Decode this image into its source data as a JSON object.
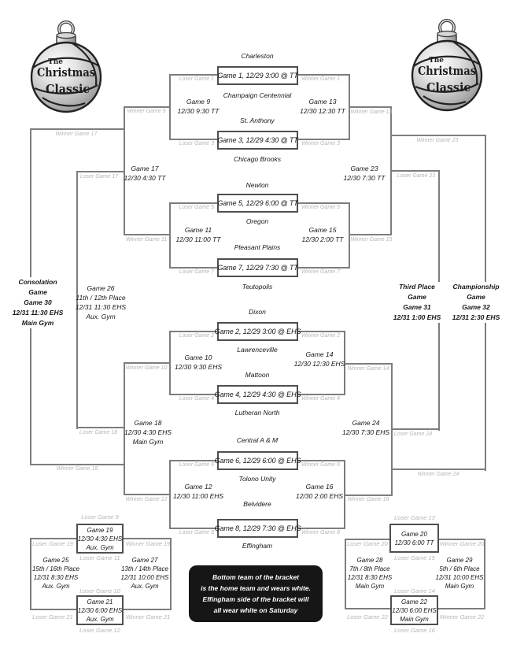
{
  "colors": {
    "line": "#7d7d7d",
    "box_border": "#4f4f4f",
    "text": "#161616",
    "watermark_label": "#b5b5b5",
    "note_bg": "#161616",
    "note_text": "#ffffff"
  },
  "logo": {
    "the": "The",
    "christmas": "Christmas",
    "classic": "Classic"
  },
  "teams": [
    "Charleston",
    "Champaign Centennial",
    "St. Anthony",
    "Chicago Brooks",
    "Newton",
    "Oregon",
    "Pleasant Plains",
    "Teutopolis",
    "Dixon",
    "Lawrenceville",
    "Mattoon",
    "Lutheran North",
    "Central A & M",
    "Tolono Unity",
    "Belvidere",
    "Effingham"
  ],
  "first_round": [
    {
      "label": "Game 1, 12/29  3:00 @ TT",
      "loser": "Loser Game 1",
      "winner": "Winner Game 1"
    },
    {
      "label": "Game 3, 12/29  4:30 @ TT",
      "loser": "Loser Game 3",
      "winner": "Winner Game 3"
    },
    {
      "label": "Game 5, 12/29  6:00 @ TT",
      "loser": "Loser Game 5",
      "winner": "Winner Game 5"
    },
    {
      "label": "Game 7, 12/29  7:30 @ TT",
      "loser": "Loser Game 7",
      "winner": "Winner Game 7"
    },
    {
      "label": "Game 2, 12/29  3:00 @ EHS",
      "loser": "Loser Game 2",
      "winner": "Winner Game 2"
    },
    {
      "label": "Game 4, 12/29  4:30 @ EHS",
      "loser": "Loser Game 4",
      "winner": "Winner Game 4"
    },
    {
      "label": "Game 6, 12/29  6:00 @ EHS",
      "loser": "Loser Game 6",
      "winner": "Winner Game 6"
    },
    {
      "label": "Game 8, 12/29  7:30 @ EHS",
      "loser": "Loser Game 8",
      "winner": "Winner Game 8"
    }
  ],
  "games": {
    "g9": {
      "title": "Game 9",
      "time": "12/30  9:30  TT"
    },
    "g10": {
      "title": "Game 10",
      "time": "12/30 9:30 EHS"
    },
    "g11": {
      "title": "Game 11",
      "time": "12/30  11:00  TT"
    },
    "g12": {
      "title": "Game 12",
      "time": "12/30 11:00 EHS"
    },
    "g13": {
      "title": "Game 13",
      "time": "12/30  12:30  TT"
    },
    "g14": {
      "title": "Game 14",
      "time": "12/30 12:30 EHS"
    },
    "g15": {
      "title": "Game 15",
      "time": "12/30 2:00  TT"
    },
    "g16": {
      "title": "Game 16",
      "time": "12/30 2:00 EHS"
    },
    "g17": {
      "title": "Game 17",
      "time": "12/30 4:30  TT"
    },
    "g18": {
      "title": "Game 18",
      "time": "12/30 4:30 EHS",
      "venue": "Main Gym"
    },
    "g23": {
      "title": "Game 23",
      "time": "12/30 7:30  TT"
    },
    "g24": {
      "title": "Game 24",
      "time": "12/30 7:30 EHS"
    },
    "g26": {
      "title": "Game 26",
      "place": "11th / 12th Place",
      "time": "12/31 11:30 EHS",
      "venue": "Aux. Gym"
    },
    "g30": {
      "h1": "Consolation",
      "h2": "Game",
      "title": "Game 30",
      "time": "12/31 11:30 EHS",
      "venue": "Main Gym"
    },
    "g31": {
      "h1": "Third Place",
      "h2": "Game",
      "title": "Game 31",
      "time": "12/31 1:00 EHS"
    },
    "g32": {
      "h1": "Championship",
      "h2": "Game",
      "title": "Game 32",
      "time": "12/31 2:30 EHS"
    }
  },
  "labels": {
    "winner9": "Winner Game 9",
    "winner11": "Winner Game 11",
    "winner13": "Winner Game 13",
    "winner15": "Winner Game 15",
    "winner10": "Winner Game 10",
    "winner12": "Winner Game 12",
    "winner14": "Winner Game 14",
    "winner16": "Winner Game 16",
    "winner17": "Winner Game 17",
    "loser17": "Loser Game 17",
    "winner18": "Winner Game 18",
    "loser18": "Loser Game 18",
    "winner23": "Winner Game 23",
    "loser23": "Loser Game 23",
    "winner24": "Winner Game 24",
    "loser24": "Loser Game 24"
  },
  "bottom_left": {
    "feed_top_1": "Loser Game 9",
    "feed_bottom_1": "Loser Game 11",
    "feed_top_2": "Loser Game 10",
    "feed_bottom_2": "Loser Game 12",
    "box1": {
      "title": "Game 19",
      "time": "12/30 4:30 EHS",
      "venue": "Aux. Gym"
    },
    "box2": {
      "title": "Game 21",
      "time": "12/30 6:00 EHS",
      "venue": "Aux. Gym"
    },
    "loser1": "Loser Game 19",
    "winner1": "Winner Game 19",
    "loser2": "Loser Game 21",
    "winner2": "Winner Game 21",
    "left_game": {
      "title": "Game 25",
      "place": "15th / 16th Place",
      "time": "12/31 8:30 EHS",
      "venue": "Aux. Gym"
    },
    "right_game": {
      "title": "Game 27",
      "place": "13th / 14th Place",
      "time": "12/31 10:00 EHS",
      "venue": "Aux. Gym"
    }
  },
  "bottom_right": {
    "feed_top_1": "Loser Game 13",
    "feed_bottom_1": "Loser Game 15",
    "feed_top_2": "Loser Game 14",
    "feed_bottom_2": "Loser Game 16",
    "box1": {
      "title": "Game 20",
      "time": "12/30 6:00 TT"
    },
    "box2": {
      "title": "Game 22",
      "time": "12/30 6:00 EHS",
      "venue": "Main Gym"
    },
    "loser1": "Loser Game 20",
    "winner1": "Winner Game 20",
    "loser2": "Loser Game 22",
    "winner2": "Winner Game 22",
    "left_game": {
      "title": "Game 28",
      "place": "7th / 8th Place",
      "time": "12/31 8:30 EHS",
      "venue": "Main Gym"
    },
    "right_game": {
      "title": "Game 29",
      "place": "5th / 6th Place",
      "time": "12/31 10:00 EHS",
      "venue": "Main Gym"
    }
  },
  "note": {
    "line1": "Bottom team of the bracket",
    "line2": "is the home team and wears white.",
    "line3": "Effingham side of the bracket will",
    "line4": "all wear white on Saturday"
  }
}
